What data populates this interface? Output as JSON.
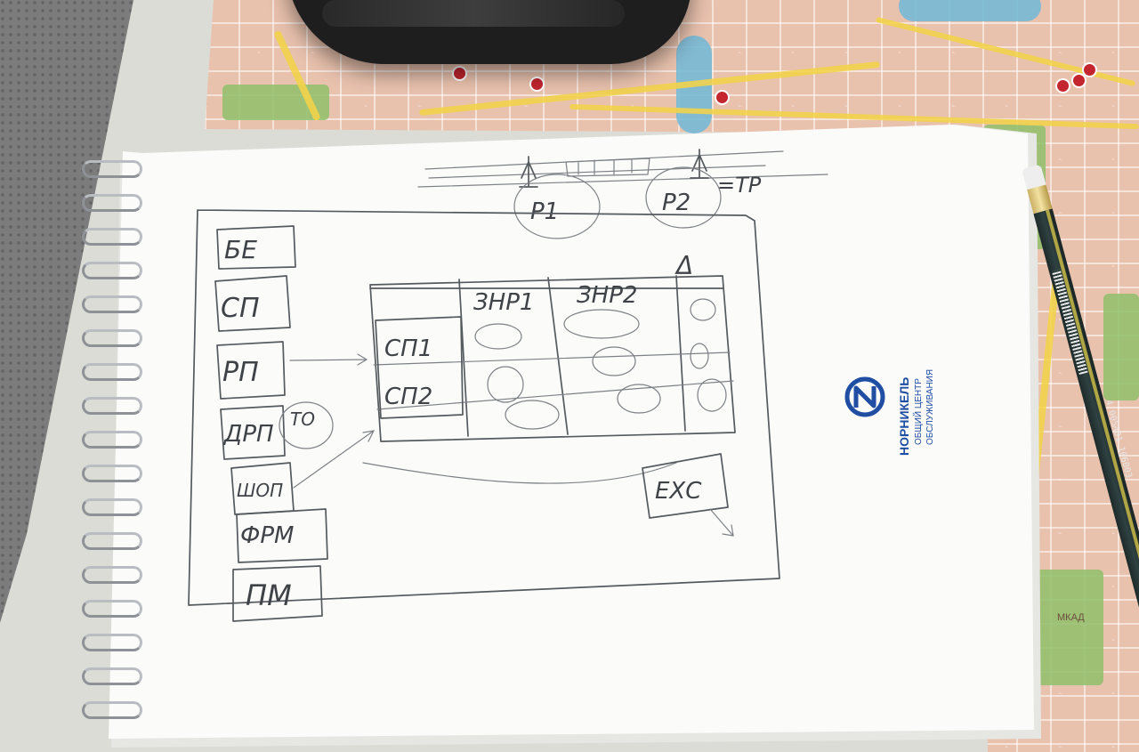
{
  "map": {
    "street_labels": [
      "МКАД"
    ]
  },
  "notepad": {
    "brand_logo": {
      "brand_name": "НОРНИКЕЛЬ",
      "line1": "ОБЩИЙ ЦЕНТР",
      "line2": "ОБСЛУЖИВАНИЯ",
      "color": "#1f4ea3"
    },
    "wireframe": {
      "top_bar": {
        "circles": [
          "Р1",
          "Р2"
        ],
        "right_suffix": "=ТР"
      },
      "sidebar_items": [
        "БЕ",
        "СП",
        "РП",
        "ДРП",
        "ШОП",
        "ФРМ",
        "ПМ"
      ],
      "to_label": "ТО",
      "table": {
        "columns": [
          "ЗНР1",
          "ЗНР2",
          "Δ"
        ],
        "rows": [
          "СП1",
          "СП2"
        ]
      },
      "export_button": "ЕХС"
    }
  },
  "pencil": {
    "print": "4 005401 106003"
  }
}
